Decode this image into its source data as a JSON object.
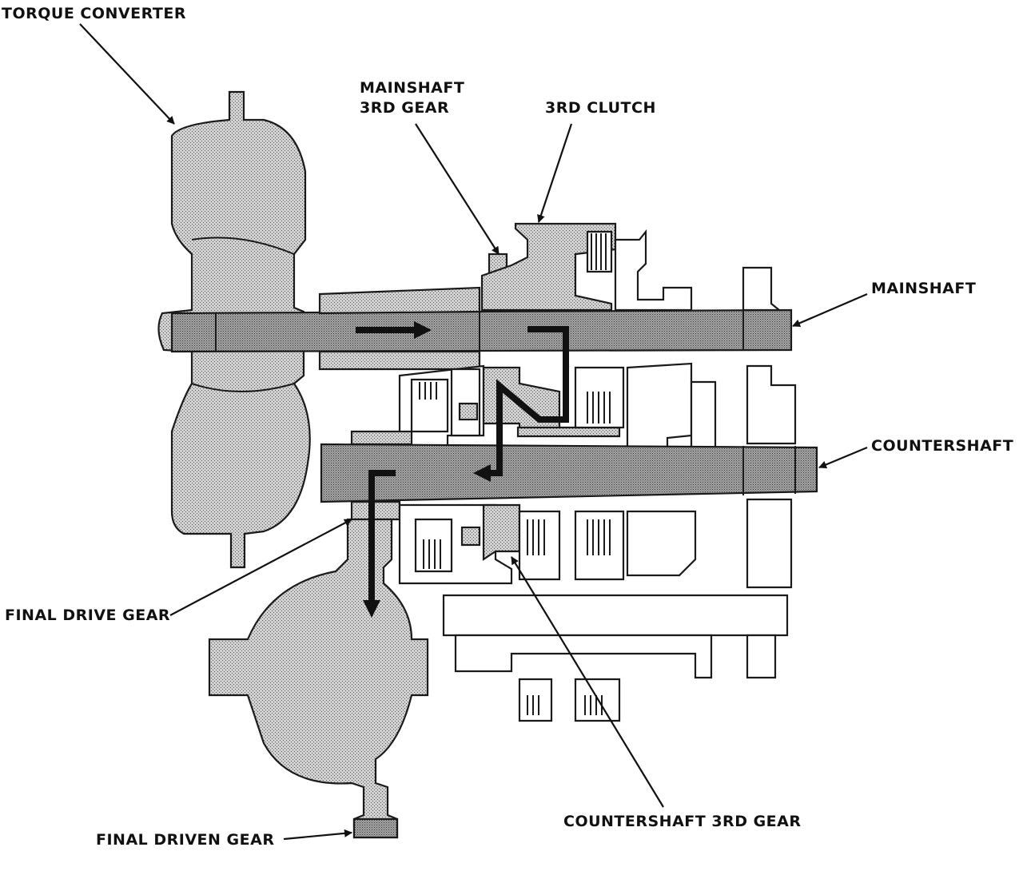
{
  "labels": {
    "torque_converter": "TORQUE CONVERTER",
    "mainshaft_3rd_gear_line1": "MAINSHAFT",
    "mainshaft_3rd_gear_line2": "3RD GEAR",
    "third_clutch": "3RD CLUTCH",
    "mainshaft": "MAINSHAFT",
    "countershaft": "COUNTERSHAFT",
    "final_drive_gear": "FINAL DRIVE GEAR",
    "final_driven_gear": "FINAL DRIVEN GEAR",
    "countershaft_3rd_gear": "COUNTERSHAFT 3RD GEAR"
  },
  "colors": {
    "ink": "#111111",
    "stipple_fill": "#c9c9c9",
    "background": "#ffffff"
  }
}
